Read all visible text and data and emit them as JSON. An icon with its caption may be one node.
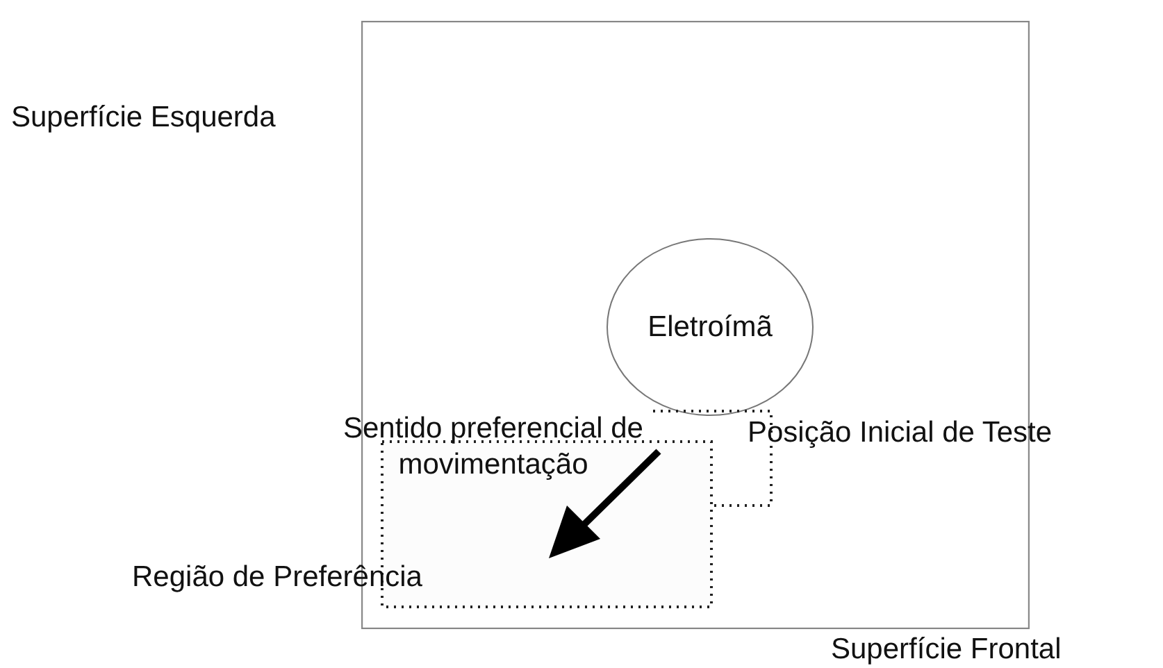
{
  "diagram": {
    "nodes": [
      {
        "text": [],
        "shape": "box",
        "beside": [
          "Superfície Esquerda",
          "Superfície Frontal"
        ]
      },
      {
        "text": [
          "Eletroímã"
        ],
        "in": 0
      },
      {
        "text": [],
        "shape": "box",
        "in": 0,
        "beside": [
          "Posição Inicial de Teste"
        ]
      },
      {
        "text": [],
        "shape": "box",
        "in": 0,
        "beside": [
          "Região de Preferência"
        ]
      }
    ],
    "edges": [],
    "labels": [
      "Sentido preferencial de movimentação"
    ]
  }
}
